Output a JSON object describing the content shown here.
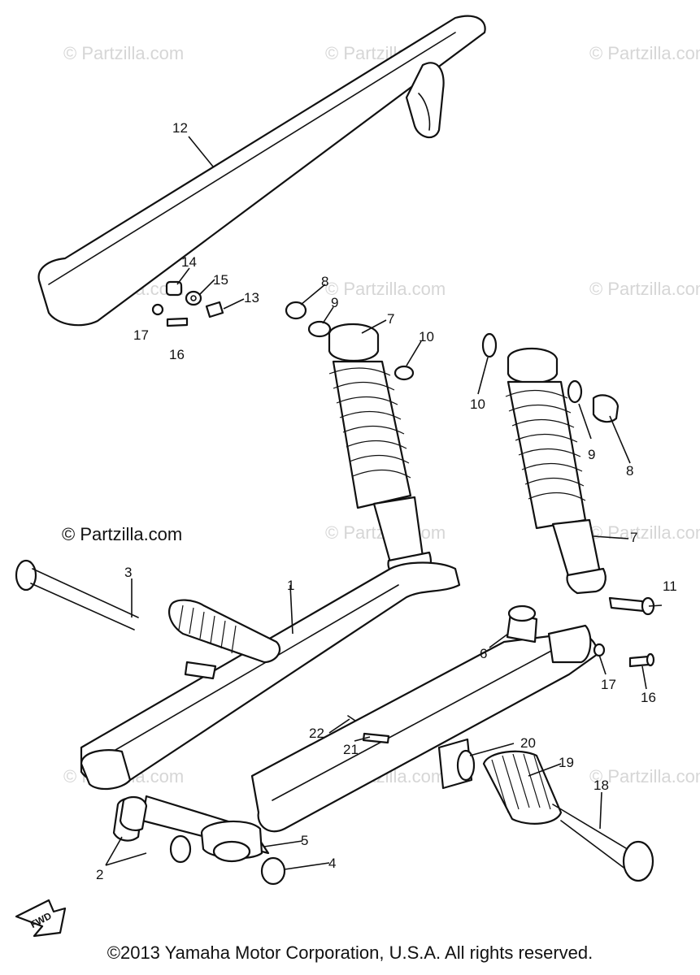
{
  "watermarks": {
    "light": "© Partzilla.com",
    "dark": "© Partzilla.com"
  },
  "callouts": {
    "p1": "1",
    "p2": "2",
    "p3": "3",
    "p4": "4",
    "p5": "5",
    "p6": "6",
    "p7a": "7",
    "p7b": "7",
    "p8a": "8",
    "p8b": "8",
    "p9a": "9",
    "p9b": "9",
    "p10a": "10",
    "p10b": "10",
    "p11": "11",
    "p12": "12",
    "p13": "13",
    "p14": "14",
    "p15": "15",
    "p16a": "16",
    "p16b": "16",
    "p17a": "17",
    "p17b": "17",
    "p18": "18",
    "p19": "19",
    "p20": "20",
    "p21": "21",
    "p22": "22"
  },
  "fwd_label": "FWD",
  "copyright": "©2013 Yamaha Motor Corporation, U.S.A. All rights reserved."
}
